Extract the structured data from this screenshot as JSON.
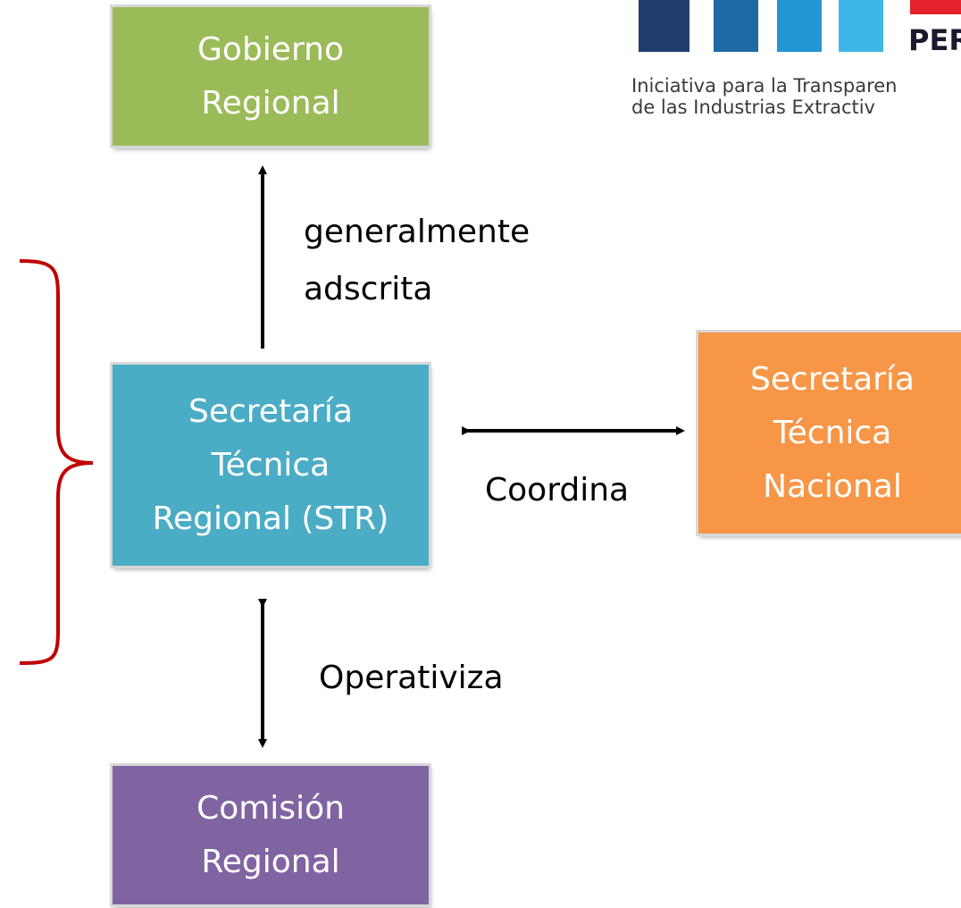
{
  "nodes": {
    "gobierno": {
      "lines": [
        "Gobierno",
        "Regional"
      ],
      "color": "#9bbb59"
    },
    "str": {
      "lines": [
        "Secretaría",
        "Técnica",
        "Regional (STR)"
      ],
      "color": "#4bacc6"
    },
    "stn": {
      "lines": [
        "Secretaría",
        "Técnica",
        "Nacional"
      ],
      "color": "#f79646"
    },
    "comision": {
      "lines": [
        "Comisión",
        "Regional"
      ],
      "color": "#8064a2"
    }
  },
  "edges": {
    "adscrita": {
      "lines": [
        "generalmente",
        "adscrita"
      ]
    },
    "coordina": {
      "label": "Coordina"
    },
    "operativiza": {
      "label": "Operativiza"
    }
  },
  "brace_color": "#c00000",
  "logo": {
    "abbrev": "PER",
    "tagline": [
      "Iniciativa para la Transparen",
      "de las Industrias Extractiv"
    ],
    "bar_colors": [
      "#1e3d6e",
      "#1f6aa5",
      "#2196d3",
      "#3fb6e8"
    ],
    "accent": "#e3222b"
  }
}
